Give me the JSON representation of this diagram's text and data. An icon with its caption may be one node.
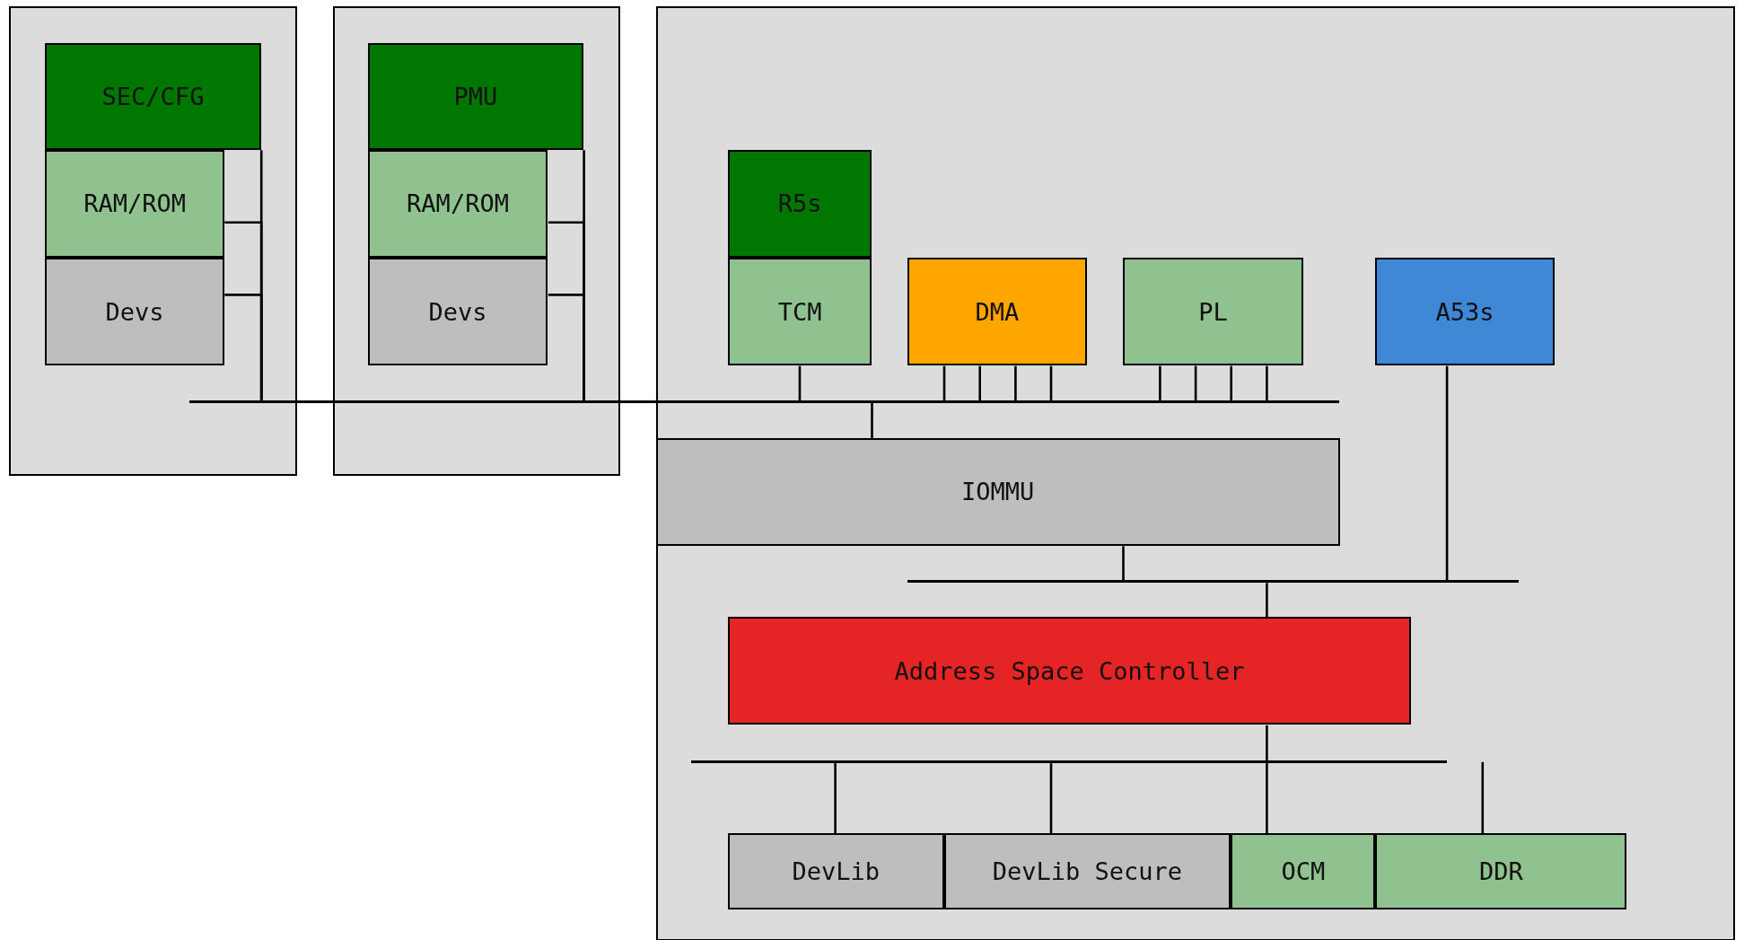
{
  "diagram": {
    "nodes": [
      {
        "text": [],
        "shape": "box"
      },
      {
        "text": [
          "SEC/CFG"
        ],
        "in": 0
      },
      {
        "text": [
          "RAM/ROM"
        ],
        "in": 0
      },
      {
        "text": [
          "Devs"
        ],
        "in": 0
      },
      {
        "text": [],
        "shape": "box"
      },
      {
        "text": [
          "PMU"
        ],
        "in": 4
      },
      {
        "text": [
          "RAM/ROM"
        ],
        "in": 4
      },
      {
        "text": [
          "Devs"
        ],
        "in": 4
      },
      {
        "text": [],
        "shape": "box"
      },
      {
        "text": [
          "R5s"
        ],
        "in": 8
      },
      {
        "text": [
          "TCM"
        ],
        "in": 8
      },
      {
        "text": [
          "DMA"
        ],
        "in": 8
      },
      {
        "text": [
          "PL"
        ],
        "in": 8
      },
      {
        "text": [
          "A53s"
        ],
        "in": 8
      },
      {
        "text": [
          "IOMMU"
        ],
        "in": 8
      },
      {
        "text": [
          "Address Space Controller"
        ],
        "in": 8
      },
      {
        "text": [
          "DevLib"
        ],
        "in": 8
      },
      {
        "text": [
          "DevLib Secure"
        ],
        "in": 8
      },
      {
        "text": [
          "OCM"
        ],
        "in": 8
      },
      {
        "text": [
          "DDR"
        ],
        "in": 8
      },
      {
        "text": [],
        "shape": "bar"
      },
      {
        "text": [],
        "shape": "bar",
        "in": 8
      },
      {
        "text": [],
        "shape": "bar",
        "in": 8
      }
    ],
    "edges": [
      {
        "from": 1,
        "to": 20,
        "arrow": "none"
      },
      {
        "from": 2,
        "to": 20,
        "arrow": "none"
      },
      {
        "from": 3,
        "to": 20,
        "arrow": "none"
      },
      {
        "from": 5,
        "to": 20,
        "arrow": "none"
      },
      {
        "from": 6,
        "to": 20,
        "arrow": "none"
      },
      {
        "from": 7,
        "to": 20,
        "arrow": "none"
      },
      {
        "from": 10,
        "to": 20,
        "arrow": "none"
      },
      {
        "from": 11,
        "to": 20,
        "arrow": "none"
      },
      {
        "from": 11,
        "to": 20,
        "arrow": "none"
      },
      {
        "from": 11,
        "to": 20,
        "arrow": "none"
      },
      {
        "from": 11,
        "to": 20,
        "arrow": "none"
      },
      {
        "from": 12,
        "to": 20,
        "arrow": "none"
      },
      {
        "from": 12,
        "to": 20,
        "arrow": "none"
      },
      {
        "from": 12,
        "to": 20,
        "arrow": "none"
      },
      {
        "from": 12,
        "to": 20,
        "arrow": "none"
      },
      {
        "from": 20,
        "to": 14,
        "arrow": "none"
      },
      {
        "from": 14,
        "to": 21,
        "arrow": "none"
      },
      {
        "from": 13,
        "to": 21,
        "arrow": "none"
      },
      {
        "from": 21,
        "to": 15,
        "arrow": "none"
      },
      {
        "from": 15,
        "to": 22,
        "arrow": "none"
      },
      {
        "from": 22,
        "to": 18,
        "arrow": "none"
      },
      {
        "from": 22,
        "to": 16,
        "arrow": "none"
      },
      {
        "from": 22,
        "to": 17,
        "arrow": "none"
      },
      {
        "from": null,
        "to": 19,
        "arrow": "none"
      }
    ]
  }
}
